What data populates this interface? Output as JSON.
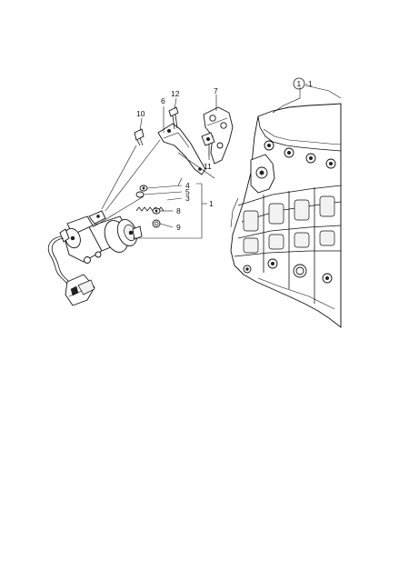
{
  "callouts": {
    "c1_1": "1",
    "c1_1_suffix": "-1",
    "c1": "1",
    "c3": "3",
    "c4": "4",
    "c5": "5",
    "c6": "6",
    "c7": "7",
    "c8": "8",
    "c9": "9",
    "c10": "10",
    "c11": "11",
    "c12": "12"
  }
}
